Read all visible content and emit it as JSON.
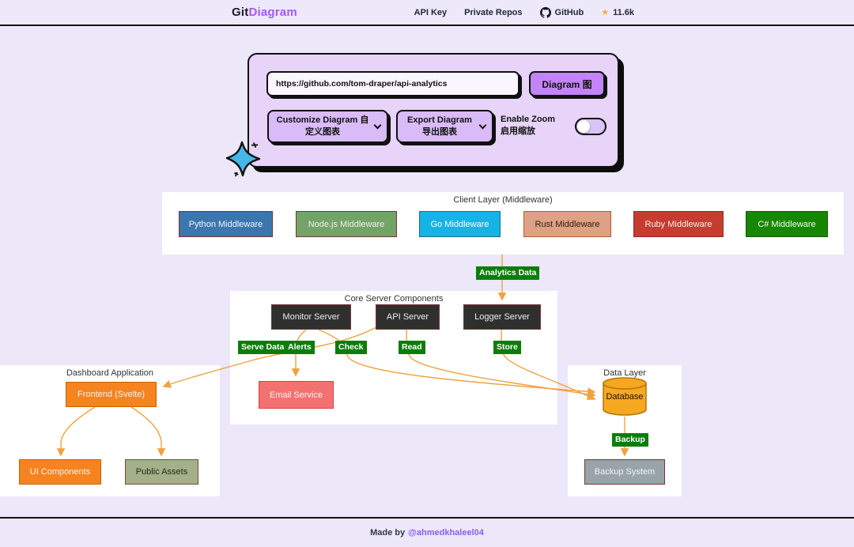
{
  "header": {
    "logo_prefix": "Git",
    "logo_suffix": "Diagram",
    "nav_api_key": "API Key",
    "nav_private_repos": "Private Repos",
    "nav_github": "GitHub",
    "nav_star_count": "11.6k"
  },
  "generator": {
    "repo_url_value": "https://github.com/tom-draper/api-analytics",
    "diagram_button": "Diagram 图",
    "customize_button": "Customize Diagram 自定义图表",
    "export_button": "Export Diagram 导出图表",
    "enable_zoom_label": "Enable Zoom 启用缩放",
    "zoom_enabled": false
  },
  "diagram": {
    "clusters": {
      "client": "Client Layer (Middleware)",
      "core": "Core Server Components",
      "dashboard": "Dashboard Application",
      "data": "Data Layer"
    },
    "nodes": {
      "python": {
        "label": "Python Middleware",
        "bg": "#3b76af",
        "border": "#7a3333",
        "fg": "#f5f5f5"
      },
      "nodejs": {
        "label": "Node.js Middleware",
        "bg": "#74a368",
        "border": "#7a3333",
        "fg": "#f0f0f0"
      },
      "go": {
        "label": "Go Middleware",
        "bg": "#16b3e6",
        "border": "#1b6f8a",
        "fg": "#ffffff"
      },
      "rust": {
        "label": "Rust Middleware",
        "bg": "#dda184",
        "border": "#b05c3c",
        "fg": "#301c10"
      },
      "ruby": {
        "label": "Ruby Middleware",
        "bg": "#c63c30",
        "border": "#8e2a22",
        "fg": "#f7f0ef"
      },
      "csharp": {
        "label": "C# Middleware",
        "bg": "#178600",
        "border": "#0e5c00",
        "fg": "#f2fff0"
      },
      "monitor": {
        "label": "Monitor Server",
        "bg": "#2f2f2f",
        "border": "#7a3333",
        "fg": "#ededed"
      },
      "api": {
        "label": "API Server",
        "bg": "#2f2f2f",
        "border": "#7a3333",
        "fg": "#ededed"
      },
      "logger": {
        "label": "Logger Server",
        "bg": "#2f2f2f",
        "border": "#7a3333",
        "fg": "#ededed"
      },
      "email": {
        "label": "Email Service",
        "bg": "#f47171",
        "border": "#d94040",
        "fg": "#fff5f5"
      },
      "frontend": {
        "label": "Frontend (Svelte)",
        "bg": "#f5831f",
        "border": "#c96400",
        "fg": "#fef4ea"
      },
      "ui": {
        "label": "UI Components",
        "bg": "#f5831f",
        "border": "#c96400",
        "fg": "#fef4ea"
      },
      "assets": {
        "label": "Public Assets",
        "bg": "#a3b089",
        "border": "#7a4a3a",
        "fg": "#222a1a"
      },
      "database": {
        "label": "Database",
        "bg": "#f6a821",
        "border": "#b8790a",
        "fg": "#1c1202"
      },
      "backupsys": {
        "label": "Backup System",
        "bg": "#99a3aa",
        "border": "#7a3333",
        "fg": "#f2f5f7"
      }
    },
    "edge_labels": {
      "analytics": "Analytics Data",
      "serve": "Serve Data",
      "alerts": "Alerts",
      "check": "Check",
      "read": "Read",
      "store": "Store",
      "backup": "Backup"
    },
    "edge_color": "#f0a23f",
    "label_green": "#0b7d0b"
  },
  "footer": {
    "made_by": "Made by",
    "author_link": "@ahmedkhaleel04"
  },
  "colors": {
    "page_bg": "#ece7f9",
    "card_bg": "#e7d4f8",
    "accent_purple": "#a855f7",
    "button_purple": "#c284f8",
    "dropdown_purple": "#d9bbf8",
    "star_yellow": "#f0b429",
    "sparkle_blue": "#45b7e8"
  }
}
